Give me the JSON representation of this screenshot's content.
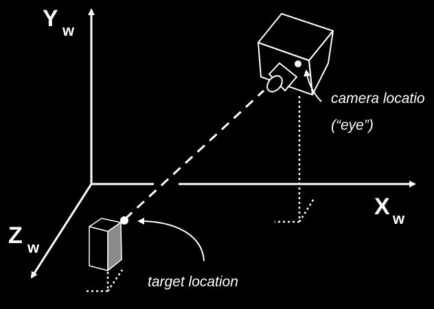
{
  "axes": {
    "y": {
      "letter": "Y",
      "sub": "w"
    },
    "x": {
      "letter": "X",
      "sub": "w"
    },
    "z": {
      "letter": "Z",
      "sub": "w"
    }
  },
  "annotations": {
    "camera_line1": "camera locatio",
    "camera_line2": "(“eye”)",
    "target": "target location"
  },
  "colors": {
    "background": "#000000",
    "foreground": "#ffffff"
  }
}
